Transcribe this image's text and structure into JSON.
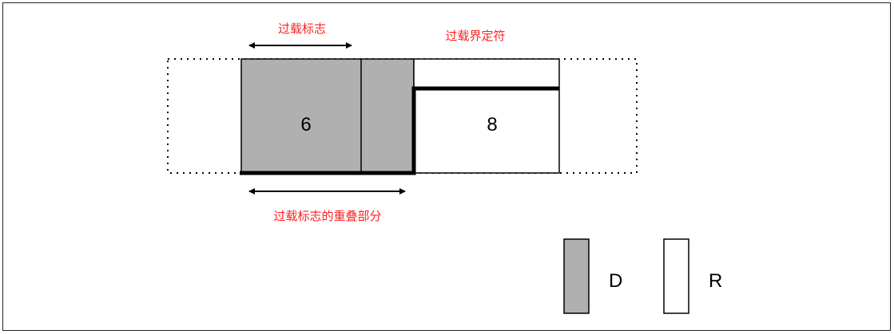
{
  "labels": {
    "overload_flag": "过载标志",
    "overload_delimiter": "过载界定符",
    "overlap": "过载标志的重叠部分"
  },
  "fields": {
    "flag_value": "6",
    "delimiter_value": "8"
  },
  "legend": [
    {
      "label": "D",
      "color": "#b0b0b0"
    },
    {
      "label": "R",
      "color": "#ffffff"
    }
  ],
  "colors": {
    "dominant": "#b0b0b0",
    "recessive": "#ffffff",
    "annotation": "#ff2020"
  }
}
